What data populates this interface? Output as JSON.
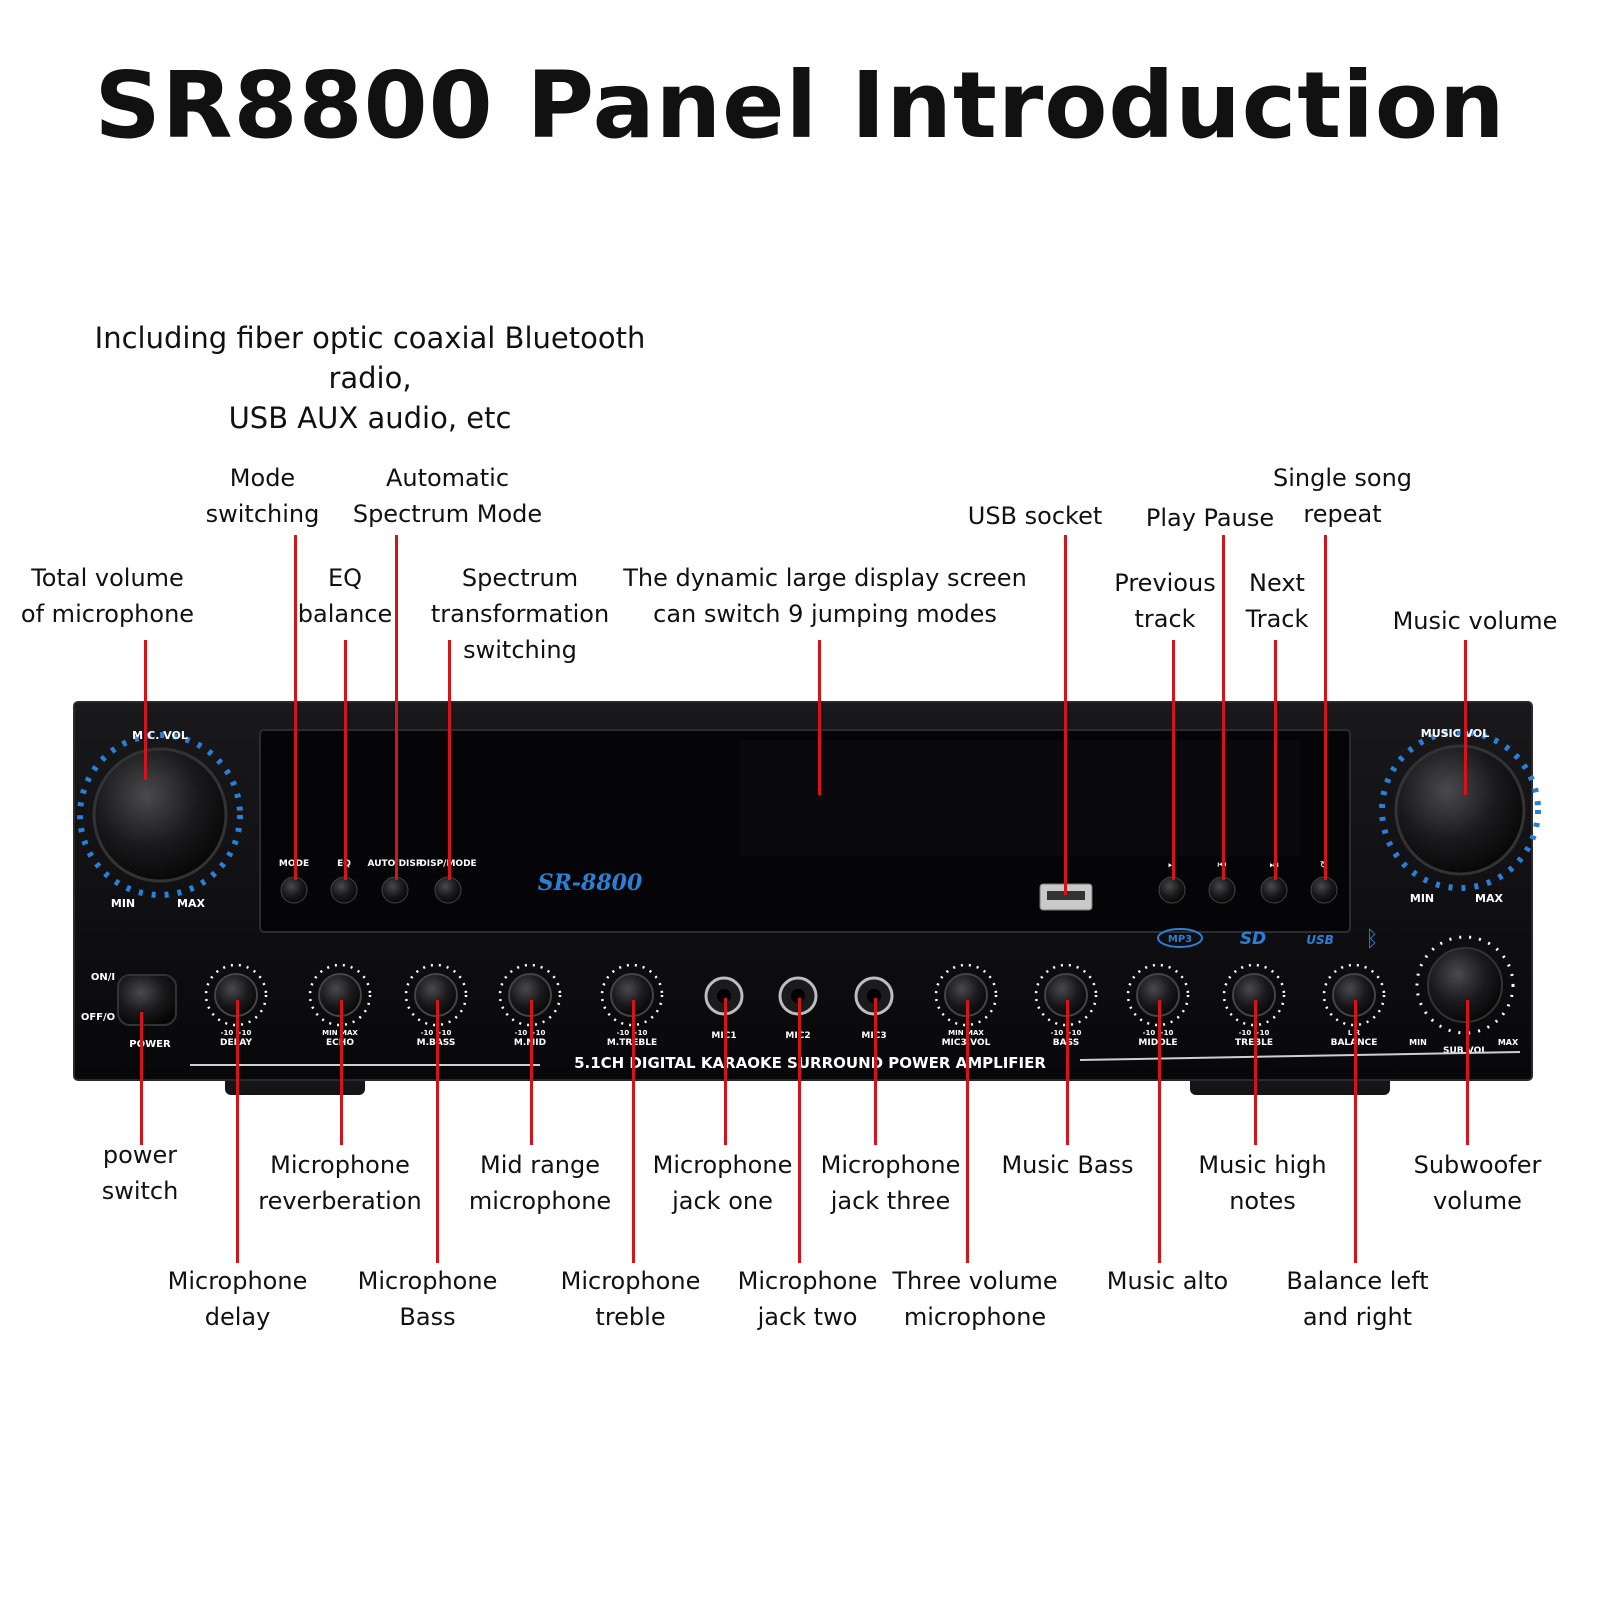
{
  "title": "SR8800 Panel Introduction",
  "subtitle_line1": "Including fiber optic coaxial Bluetooth radio,",
  "subtitle_line2": "USB AUX audio, etc",
  "labels": {
    "mode_switching": "Mode\nswitching",
    "auto_spectrum": "Automatic\nSpectrum Mode",
    "total_mic_volume": "Total volume\nof microphone",
    "eq_balance": "EQ\nbalance",
    "spectrum_switching": "Spectrum\ntransformation\nswitching",
    "display_screen": "The dynamic large display screen\ncan switch 9 jumping modes",
    "usb_socket": "USB socket",
    "play_pause": "Play Pause",
    "single_repeat": "Single song\nrepeat",
    "previous_track": "Previous\ntrack",
    "next_track": "Next\nTrack",
    "music_volume": "Music volume",
    "power_switch": "power\nswitch",
    "mic_reverb": "Microphone\nreverberation",
    "mid_range_mic": "Mid range\nmicrophone",
    "mic_jack_one": "Microphone\njack one",
    "mic_jack_three": "Microphone\njack three",
    "music_bass": "Music Bass",
    "music_high": "Music high\nnotes",
    "subwoofer_volume": "Subwoofer\nvolume",
    "mic_delay": "Microphone\ndelay",
    "mic_bass": "Microphone\nBass",
    "mic_treble": "Microphone\ntreble",
    "mic_jack_two": "Microphone\njack two",
    "three_volume_mic": "Three volume\nmicrophone",
    "music_alto": "Music alto",
    "balance_lr": "Balance left\nand right"
  },
  "panel": {
    "mic_vol_label": "MIC. VOL",
    "music_vol_label": "MUSIC VOL",
    "min": "MIN",
    "max": "MAX",
    "model": "SR-8800",
    "buttons": [
      "MODE",
      "EQ",
      "AUTO/DISP",
      "DISP/MODE"
    ],
    "on": "ON/I",
    "off": "OFF/O",
    "power": "POWER",
    "knob_labels": [
      "DELAY",
      "ECHO",
      "M.BASS",
      "M.MID",
      "M.TREBLE",
      "MIC3.VOL",
      "BASS",
      "MIDDLE",
      "TREBLE",
      "BALANCE"
    ],
    "knob_scales": [
      "-10   +10",
      "MIN   MAX",
      "-10   +10",
      "-10   +10",
      "-10   +10",
      "MIN   MAX",
      "-10   +10",
      "-10   +10",
      "-10   +10",
      "L        R"
    ],
    "mic_jacks": [
      "MIC1",
      "MIC2",
      "MIC3"
    ],
    "sub_vol": "SUB VOL",
    "strip": "5.1CH DIGITAL KARAOKE SURROUND POWER AMPLIFIER",
    "badges": [
      "MP3",
      "SD",
      "USB"
    ]
  },
  "colors": {
    "leader": "#d4141b",
    "panel": "#0c0c0e",
    "accent_blue": "#2a7fd6"
  }
}
